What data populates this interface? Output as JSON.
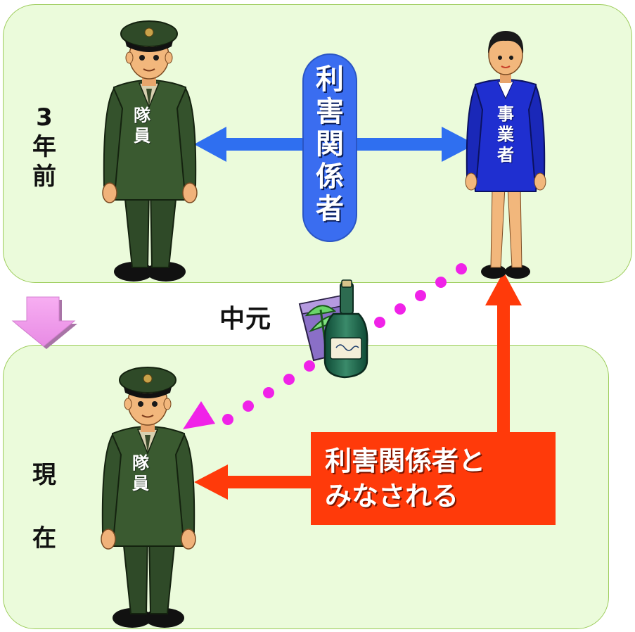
{
  "top": {
    "period_label": [
      "3",
      "年",
      "前"
    ],
    "member_label": [
      "隊",
      "員"
    ],
    "business_label": [
      "事",
      "業",
      "者"
    ],
    "relation_label": [
      "利",
      "害",
      "関",
      "係",
      "者"
    ]
  },
  "middle": {
    "gift_label": "中元"
  },
  "bottom": {
    "period_label": [
      "現",
      "在"
    ],
    "member_label": [
      "隊",
      "員"
    ],
    "callout_lines": [
      "利害関係者と",
      "みなされる"
    ]
  },
  "colors": {
    "panel_fill": "#ebfbdb",
    "panel_border": "#9ccc5a",
    "blue_arrow": "#2f6ff0",
    "red_arrow": "#ff3a0a",
    "dotted_magenta": "#f022e8",
    "uniform_green": "#2f4a28",
    "business_blue": "#1f2fd0"
  }
}
